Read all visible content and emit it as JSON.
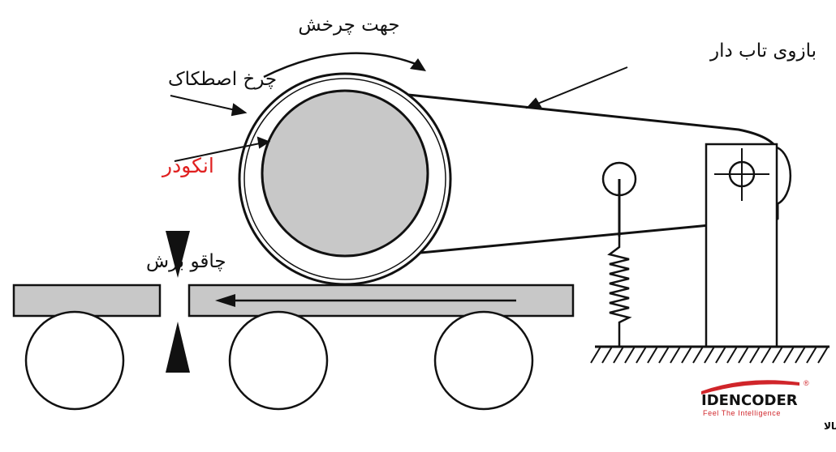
{
  "labels": {
    "rotation_direction": "جهت چرخش",
    "torque_arm": "بازوی تاب دار",
    "friction_wheel": "چرخ اصطکاک",
    "encoder": "انکودر",
    "cutting_knife": "چاقو برش"
  },
  "logo": {
    "brand": "IDENCODER",
    "tagline": "Feel The Intelligence",
    "subtitle": "انکودرهای صنعتی با کارایی بالا",
    "registered": "®"
  },
  "colors": {
    "line": "#111111",
    "encoder_fill": "#c8c8c8",
    "belt_fill": "#c8c8c8",
    "encoder_label": "#e02020",
    "logo_accent": "#d0252a"
  }
}
